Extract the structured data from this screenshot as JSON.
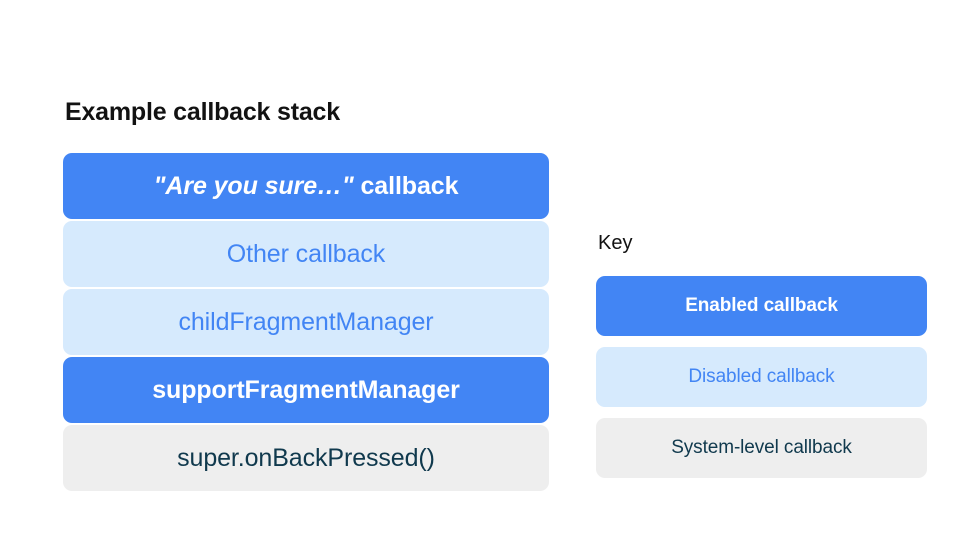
{
  "stack": {
    "title": "Example callback stack",
    "rows": [
      {
        "quoted": "\"Are you sure…\"",
        "tail": " callback",
        "variant": "enabled"
      },
      {
        "label": "Other callback",
        "variant": "disabled"
      },
      {
        "label": "childFragmentManager",
        "variant": "disabled"
      },
      {
        "label": "supportFragmentManager",
        "variant": "enabled"
      },
      {
        "label": "super.onBackPressed()",
        "variant": "system"
      }
    ]
  },
  "key": {
    "title": "Key",
    "items": [
      {
        "label": "Enabled callback",
        "variant": "enabled"
      },
      {
        "label": "Disabled callback",
        "variant": "disabled"
      },
      {
        "label": "System-level callback",
        "variant": "system"
      }
    ]
  },
  "colors": {
    "enabled_bg": "#4285f4",
    "enabled_text": "#ffffff",
    "disabled_bg": "#d6eafd",
    "disabled_text": "#4285f4",
    "system_bg": "#eeeeee",
    "system_text": "#10394d",
    "page_bg": "#ffffff",
    "title_text": "#121212"
  }
}
